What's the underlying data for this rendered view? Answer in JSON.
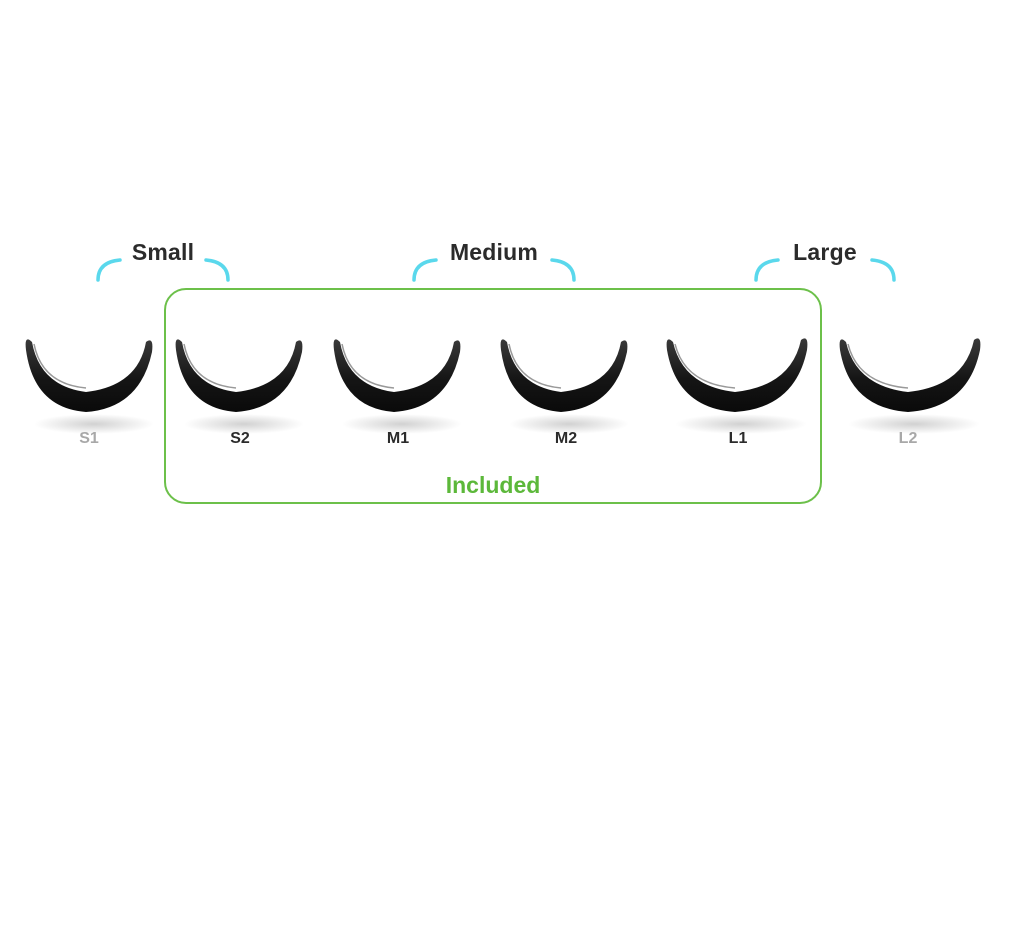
{
  "groups": [
    {
      "id": "small",
      "label": "Small"
    },
    {
      "id": "medium",
      "label": "Medium"
    },
    {
      "id": "large",
      "label": "Large"
    }
  ],
  "included_label": "Included",
  "sizes": [
    {
      "id": "s1",
      "label": "S1",
      "included": false
    },
    {
      "id": "s2",
      "label": "S2",
      "included": true
    },
    {
      "id": "m1",
      "label": "M1",
      "included": true
    },
    {
      "id": "m2",
      "label": "M2",
      "included": true
    },
    {
      "id": "l1",
      "label": "L1",
      "included": true
    },
    {
      "id": "l2",
      "label": "L2",
      "included": false
    }
  ],
  "colors": {
    "bracket": "#5ad8ec",
    "included_frame": "#6cc04a",
    "included_text": "#5cb83a",
    "shape": "#1c1c1c",
    "label_dark": "#2b2b2b",
    "label_muted": "#a8a8a8"
  },
  "icons": {
    "shape": "u-shaped-insert-icon",
    "bracket": "curly-bracket-icon"
  }
}
